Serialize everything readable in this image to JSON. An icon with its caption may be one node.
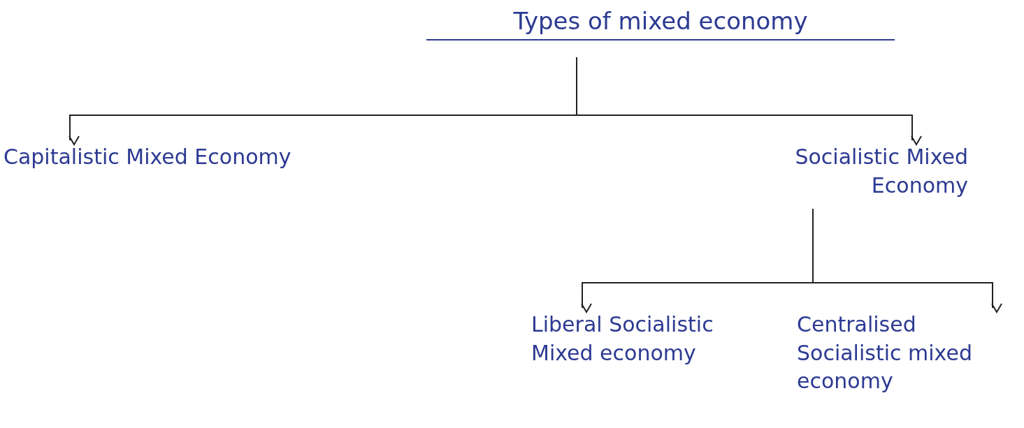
{
  "diagram": {
    "nodes": [
      {
        "text": [
          "Types of mixed economy"
        ]
      },
      {
        "text": [
          "Capitalistic Mixed Economy"
        ]
      },
      {
        "text": [
          "Socialistic Mixed Economy"
        ]
      },
      {
        "text": [
          "Liberal Socialistic Mixed economy"
        ]
      },
      {
        "text": [
          "Centralised Socialistic mixed economy"
        ]
      }
    ],
    "edges": [
      {
        "from": 0,
        "to": 1,
        "arrow": "to"
      },
      {
        "from": 0,
        "to": 2,
        "arrow": "to"
      },
      {
        "from": 2,
        "to": 3,
        "arrow": "to"
      },
      {
        "from": 2,
        "to": 4,
        "arrow": "to"
      }
    ]
  }
}
